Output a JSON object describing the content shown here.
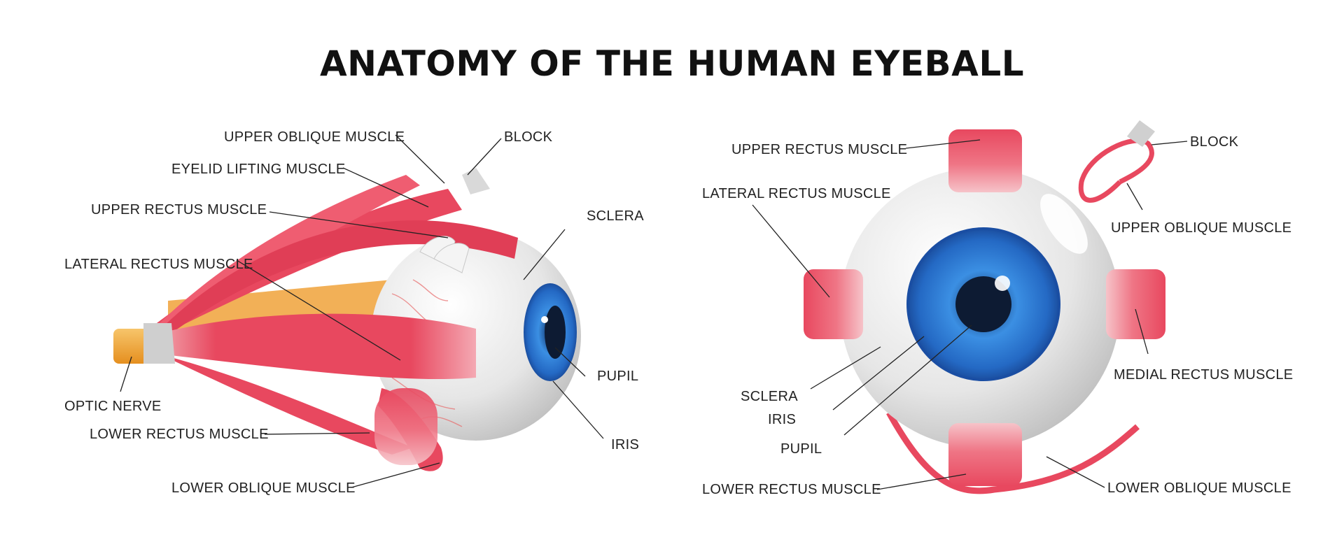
{
  "title": "ANATOMY OF THE HUMAN EYEBALL",
  "colors": {
    "muscle": "#e8485f",
    "muscle_light": "#f5a3ad",
    "sclera": "#e9e9e9",
    "iris": "#2f7fd6",
    "pupil": "#0d1b33",
    "optic_nerve": "#f0a23a"
  },
  "side_view": {
    "labels": {
      "upper_oblique": "UPPER OBLIQUE MUSCLE",
      "block": "BLOCK",
      "eyelid_lifting": "EYELID LIFTING MUSCLE",
      "upper_rectus": "UPPER RECTUS MUSCLE",
      "sclera": "SCLERA",
      "lateral_rectus": "LATERAL RECTUS MUSCLE",
      "pupil": "PUPIL",
      "optic_nerve": "OPTIC NERVE",
      "iris": "IRIS",
      "lower_rectus": "LOWER RECTUS MUSCLE",
      "lower_oblique": "LOWER OBLIQUE MUSCLE"
    }
  },
  "front_view": {
    "labels": {
      "upper_rectus": "UPPER RECTUS MUSCLE",
      "block": "BLOCK",
      "lateral_rectus": "LATERAL RECTUS MUSCLE",
      "upper_oblique": "UPPER OBLIQUE MUSCLE",
      "medial_rectus": "MEDIAL RECTUS MUSCLE",
      "sclera": "SCLERA",
      "iris": "IRIS",
      "pupil": "PUPIL",
      "lower_rectus": "LOWER RECTUS MUSCLE",
      "lower_oblique": "LOWER OBLIQUE MUSCLE"
    }
  }
}
